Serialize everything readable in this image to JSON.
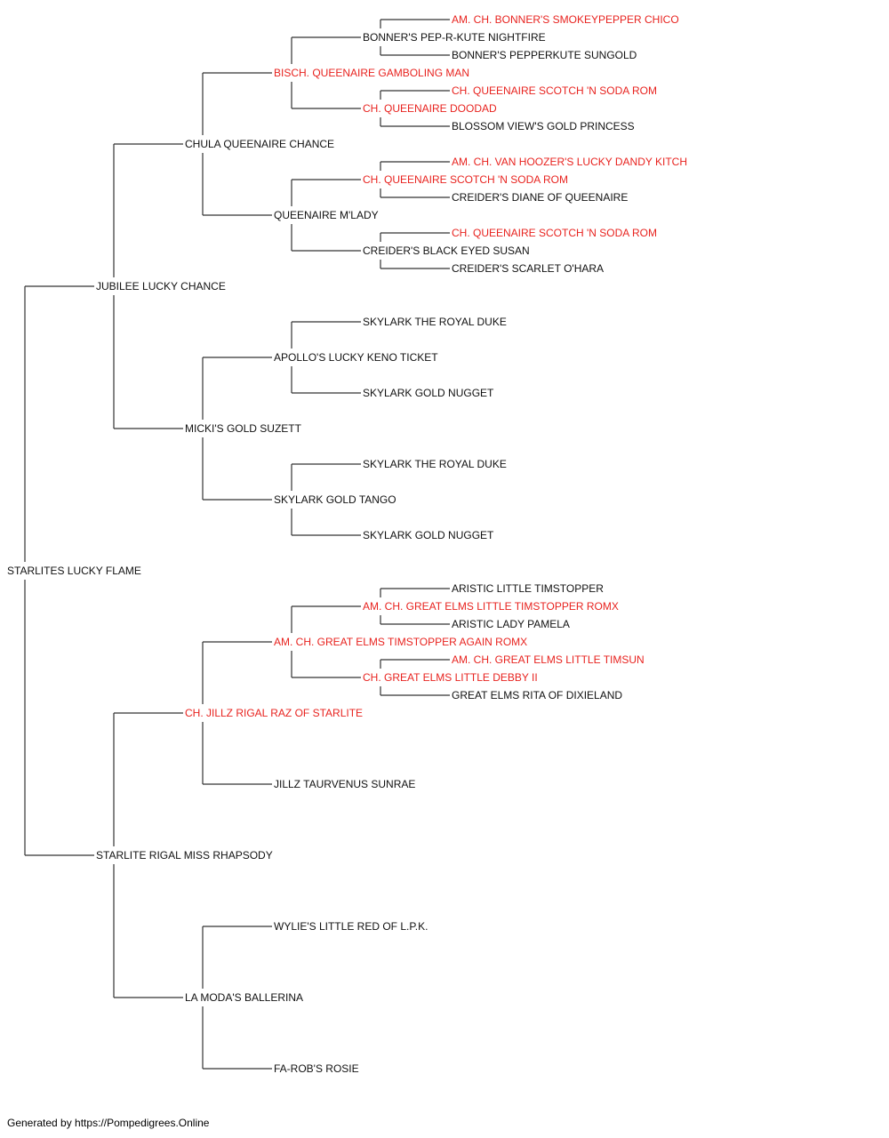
{
  "colors": {
    "normal": "#111111",
    "champion": "#e8231f",
    "line": "#333333"
  },
  "subject": {
    "name": "STARLITES LUCKY FLAME",
    "champion": false
  },
  "sire": {
    "name": "JUBILEE LUCKY CHANCE",
    "champion": false,
    "sire": {
      "name": "CHULA QUEENAIRE CHANCE",
      "champion": false,
      "sire": {
        "name": "BISCH. QUEENAIRE GAMBOLING MAN",
        "champion": true,
        "sire": {
          "name": "BONNER'S PEP-R-KUTE NIGHTFIRE",
          "champion": false,
          "sire": {
            "name": "AM. CH. BONNER'S SMOKEYPEPPER CHICO",
            "champion": true
          },
          "dam": {
            "name": "BONNER'S PEPPERKUTE SUNGOLD",
            "champion": false
          }
        },
        "dam": {
          "name": "CH. QUEENAIRE DOODAD",
          "champion": true,
          "sire": {
            "name": "CH. QUEENAIRE SCOTCH 'N SODA ROM",
            "champion": true
          },
          "dam": {
            "name": "BLOSSOM VIEW'S GOLD PRINCESS",
            "champion": false
          }
        }
      },
      "dam": {
        "name": "QUEENAIRE M'LADY",
        "champion": false,
        "sire": {
          "name": "CH. QUEENAIRE SCOTCH 'N SODA ROM",
          "champion": true,
          "sire": {
            "name": "AM. CH. VAN HOOZER'S LUCKY DANDY KITCH",
            "champion": true
          },
          "dam": {
            "name": "CREIDER'S DIANE OF QUEENAIRE",
            "champion": false
          }
        },
        "dam": {
          "name": "CREIDER'S BLACK EYED SUSAN",
          "champion": false,
          "sire": {
            "name": "CH. QUEENAIRE SCOTCH 'N SODA ROM",
            "champion": true
          },
          "dam": {
            "name": "CREIDER'S SCARLET O'HARA",
            "champion": false
          }
        }
      }
    },
    "dam": {
      "name": "MICKI'S GOLD SUZETT",
      "champion": false,
      "sire": {
        "name": "APOLLO'S LUCKY KENO TICKET",
        "champion": false,
        "sire": {
          "name": "SKYLARK THE ROYAL DUKE",
          "champion": false
        },
        "dam": {
          "name": "SKYLARK GOLD NUGGET",
          "champion": false
        }
      },
      "dam": {
        "name": "SKYLARK GOLD TANGO",
        "champion": false,
        "sire": {
          "name": "SKYLARK THE ROYAL DUKE",
          "champion": false
        },
        "dam": {
          "name": "SKYLARK GOLD NUGGET",
          "champion": false
        }
      }
    }
  },
  "dam": {
    "name": "STARLITE RIGAL MISS RHAPSODY",
    "champion": false,
    "sire": {
      "name": "CH. JILLZ RIGAL RAZ OF STARLITE",
      "champion": true,
      "sire": {
        "name": "AM. CH. GREAT ELMS TIMSTOPPER AGAIN ROMX",
        "champion": true,
        "sire": {
          "name": "AM. CH. GREAT ELMS LITTLE TIMSTOPPER ROMX",
          "champion": true,
          "sire": {
            "name": "ARISTIC LITTLE TIMSTOPPER",
            "champion": false
          },
          "dam": {
            "name": "ARISTIC LADY PAMELA",
            "champion": false
          }
        },
        "dam": {
          "name": "CH. GREAT ELMS LITTLE DEBBY II",
          "champion": true,
          "sire": {
            "name": "AM. CH. GREAT ELMS LITTLE TIMSUN",
            "champion": true
          },
          "dam": {
            "name": "GREAT ELMS RITA OF DIXIELAND",
            "champion": false
          }
        }
      },
      "dam": {
        "name": "JILLZ TAURVENUS SUNRAE",
        "champion": false
      }
    },
    "dam": {
      "name": "LA MODA'S BALLERINA",
      "champion": false,
      "sire": {
        "name": "WYLIE'S LITTLE RED OF L.P.K.",
        "champion": false
      },
      "dam": {
        "name": "FA-ROB'S ROSIE",
        "champion": false
      }
    }
  },
  "footer": "Generated by https://Pompedigrees.Online"
}
